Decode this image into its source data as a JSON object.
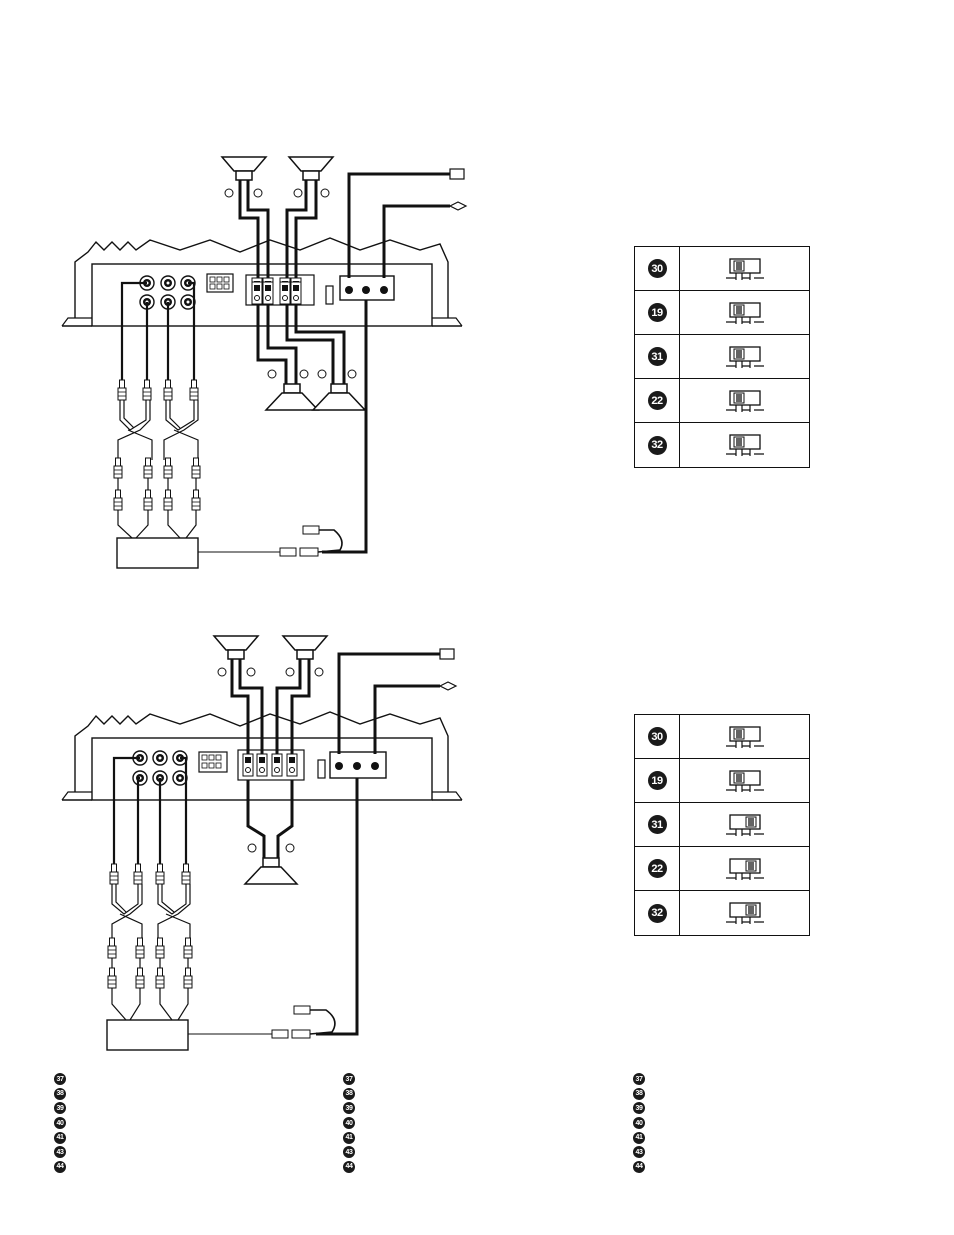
{
  "switch_tables": [
    {
      "id": "top",
      "rows": [
        {
          "num": "30",
          "position": "left"
        },
        {
          "num": "19",
          "position": "left"
        },
        {
          "num": "31",
          "position": "left"
        },
        {
          "num": "22",
          "position": "left"
        },
        {
          "num": "32",
          "position": "left"
        }
      ]
    },
    {
      "id": "bottom",
      "rows": [
        {
          "num": "30",
          "position": "left"
        },
        {
          "num": "19",
          "position": "left"
        },
        {
          "num": "31",
          "position": "right"
        },
        {
          "num": "22",
          "position": "right"
        },
        {
          "num": "32",
          "position": "right"
        }
      ]
    }
  ],
  "legends": [
    {
      "id": "col1",
      "items": [
        "37",
        "38",
        "39",
        "40",
        "41",
        "43",
        "44"
      ]
    },
    {
      "id": "col2",
      "items": [
        "37",
        "38",
        "39",
        "40",
        "41",
        "43",
        "44"
      ]
    },
    {
      "id": "col3",
      "items": [
        "37",
        "38",
        "39",
        "40",
        "41",
        "43",
        "44"
      ]
    }
  ],
  "colors": {
    "ink": "#111111",
    "paper": "#ffffff"
  }
}
